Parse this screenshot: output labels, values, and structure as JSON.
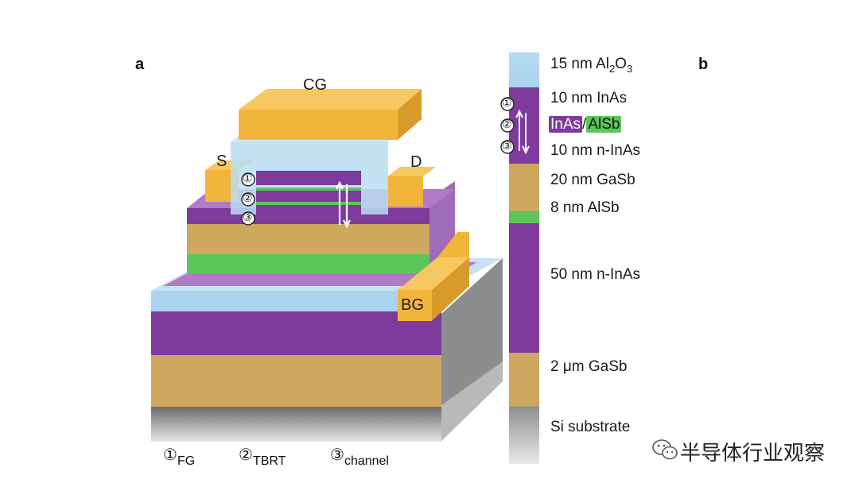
{
  "panels": {
    "a": "a",
    "b": "b"
  },
  "device": {
    "labels": {
      "cg": "CG",
      "s": "S",
      "d": "D",
      "bg": "BG"
    },
    "markers": [
      "①",
      "②",
      "③"
    ]
  },
  "legend": [
    {
      "symbol": "①",
      "label": "FG"
    },
    {
      "symbol": "②",
      "label": "TBRT"
    },
    {
      "symbol": "③",
      "label": "channel"
    }
  ],
  "stack": {
    "layers": [
      {
        "label_pre": "15 nm Al",
        "sub1": "2",
        "mid": "O",
        "sub2": "3",
        "color": "#a9d3ee"
      },
      {
        "label": "10 nm InAs",
        "color": "#7e3a9c"
      },
      {
        "label_a": "InAs",
        "sep": "/",
        "label_b": "AlSb",
        "color": "#7e3a9c"
      },
      {
        "label": "10 nm n-InAs",
        "color": "#7e3a9c"
      },
      {
        "label": "20 nm GaSb",
        "color": "#cfa85f"
      },
      {
        "label": "8 nm AlSb",
        "color": "#5cc65a"
      },
      {
        "label": "50 nm n-InAs",
        "color": "#7e3a9c"
      },
      {
        "label": "2 μm GaSb",
        "color": "#cfa85f"
      },
      {
        "label": "Si substrate",
        "color": "#9a9a9a"
      }
    ],
    "markers": [
      "①",
      "②",
      "③"
    ]
  },
  "colors": {
    "gold": "#f2b53c",
    "purple": "#7e3a9c",
    "lilac": "#b07ac6",
    "green": "#5cc65a",
    "tan": "#cfa85f",
    "blue": "#a9d3ee",
    "gray": "#9a9a9a"
  },
  "watermark": {
    "text": "半导体行业观察",
    "icon": "wechat-icon"
  }
}
